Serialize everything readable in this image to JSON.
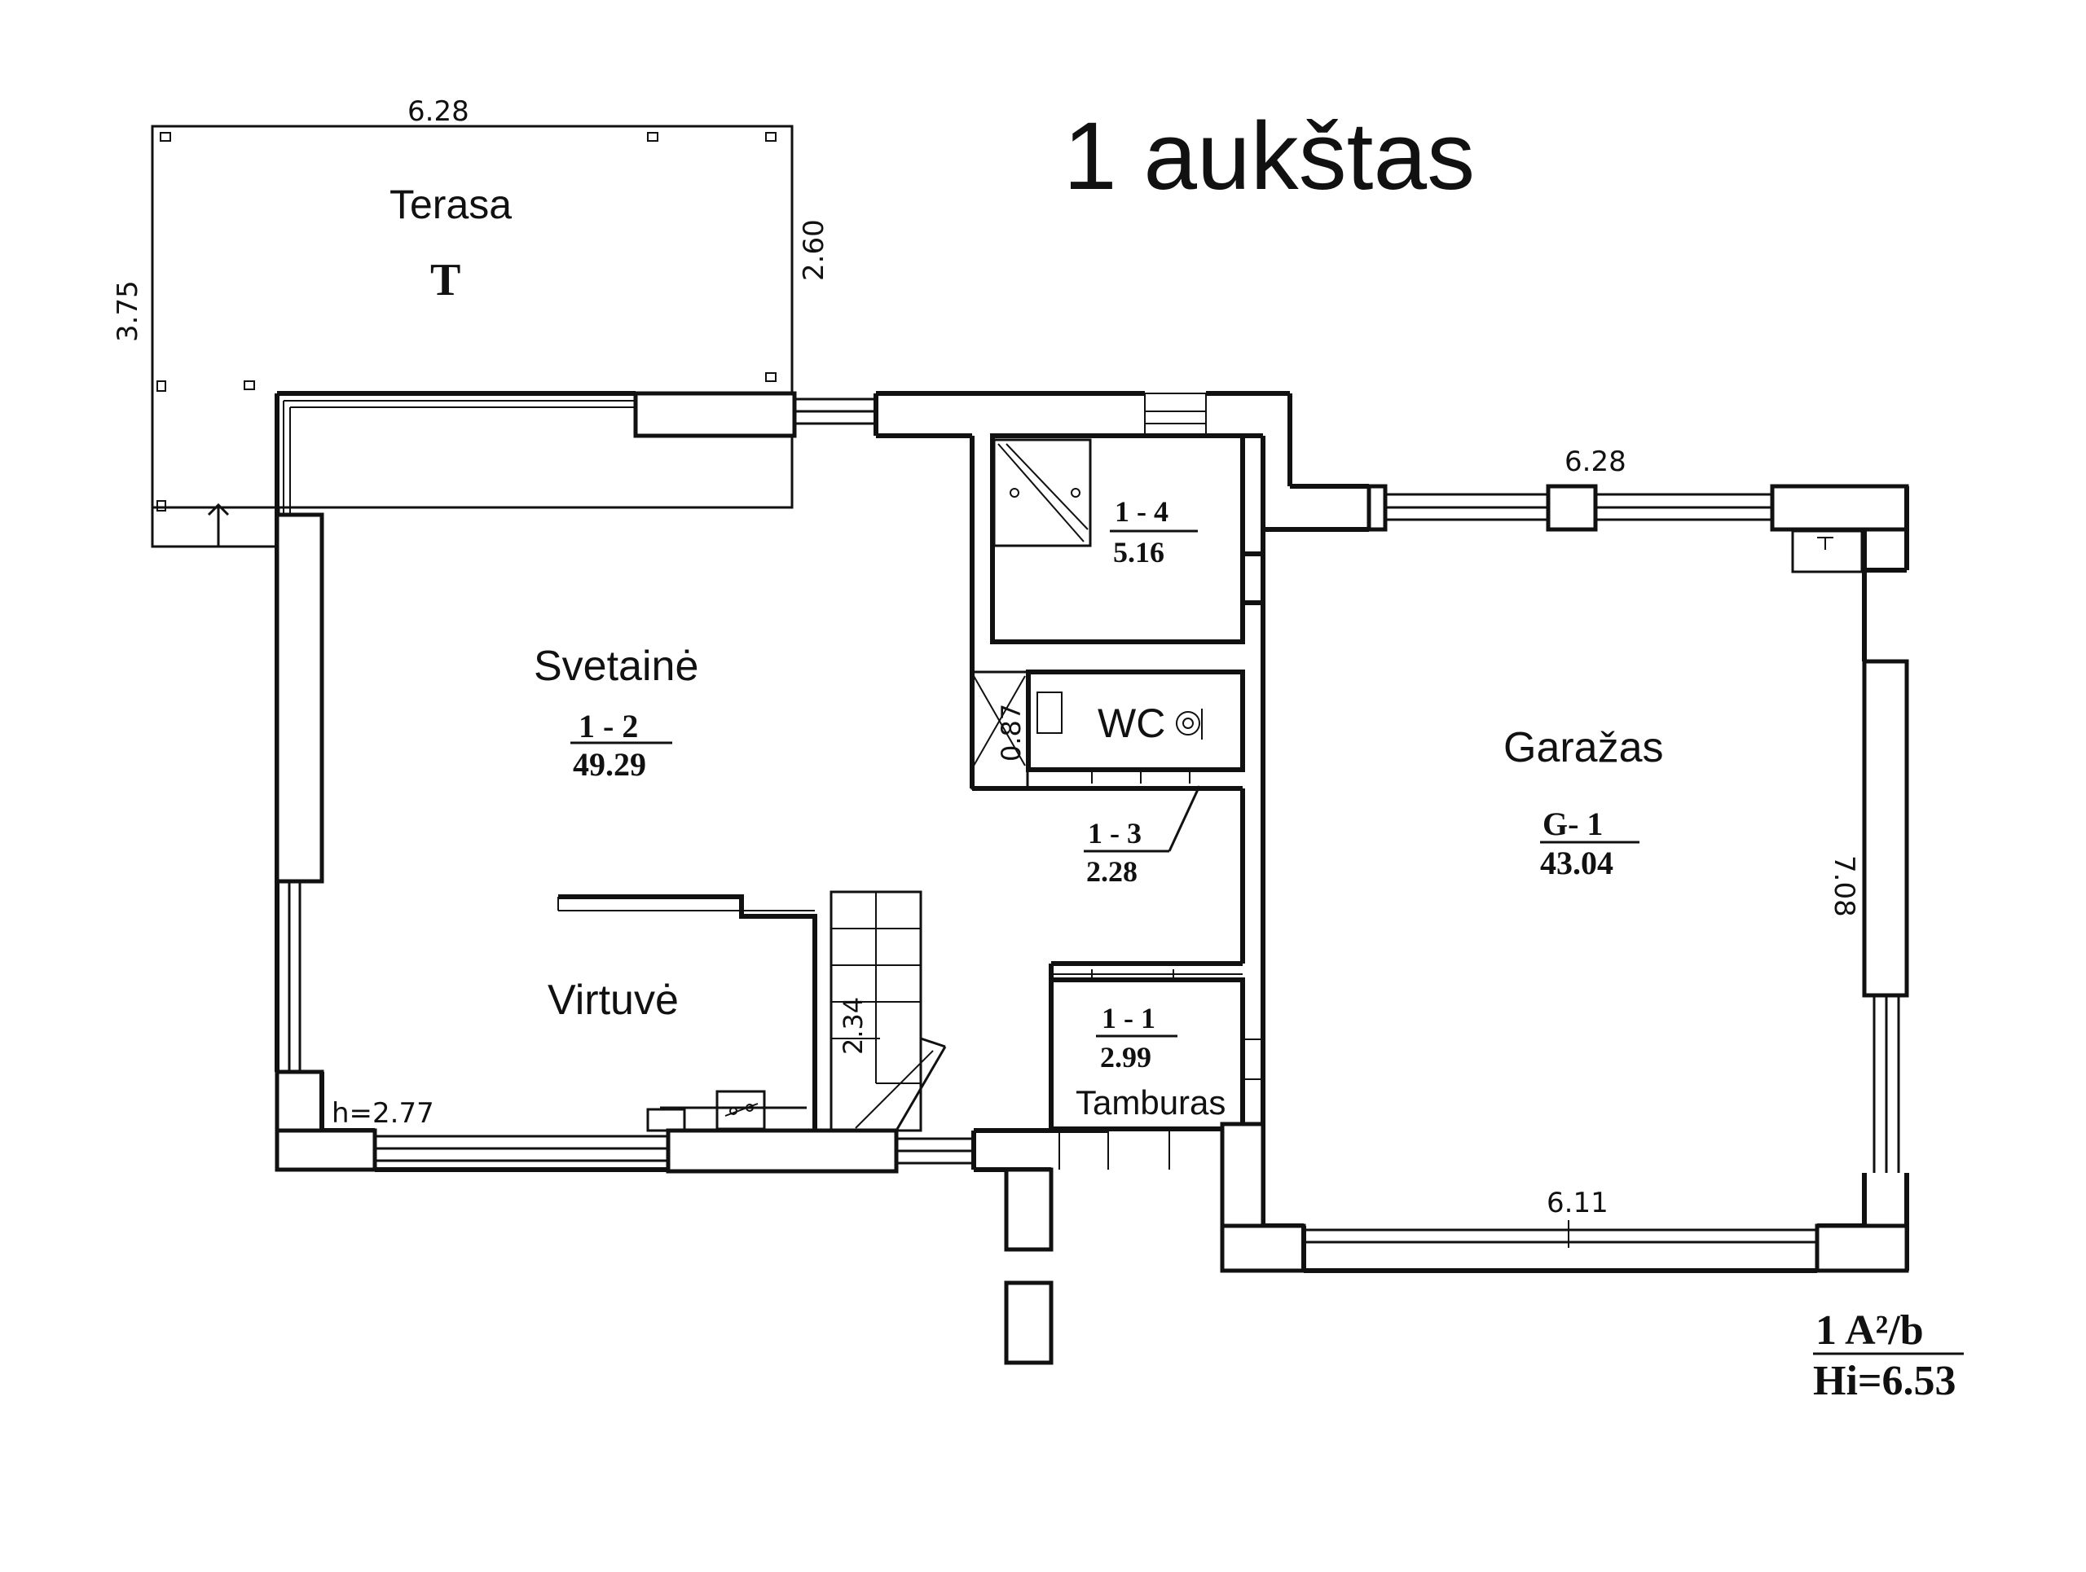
{
  "title": "1 aukštas",
  "rooms": {
    "terasa": {
      "name": "Terasa",
      "code": "T"
    },
    "svetaine": {
      "name": "Svetainė",
      "code": "1 - 2",
      "area": "49.29"
    },
    "virtuve": {
      "name": "Virtuvė",
      "height": "h=2.77"
    },
    "room_1_4": {
      "code": "1 - 4",
      "area": "5.16"
    },
    "wc": {
      "name": "WC"
    },
    "room_1_3": {
      "code": "1 - 3",
      "area": "2.28"
    },
    "tamburas": {
      "name": "Tamburas",
      "code": "1 - 1",
      "area": "2.99"
    },
    "garazas": {
      "name": "Garažas",
      "code": "G- 1",
      "area": "43.04"
    }
  },
  "dimensions": {
    "terasa_width": "6.28",
    "terasa_depth": "3.75",
    "terasa_side": "2.60",
    "garazas_top": "6.28",
    "garazas_side": "7.08",
    "garazas_bottom": "6.11",
    "stair": "2.34",
    "closet": "0.87"
  },
  "stamp": {
    "line1": "1  A²/b",
    "line2": "Hi=6.53"
  }
}
